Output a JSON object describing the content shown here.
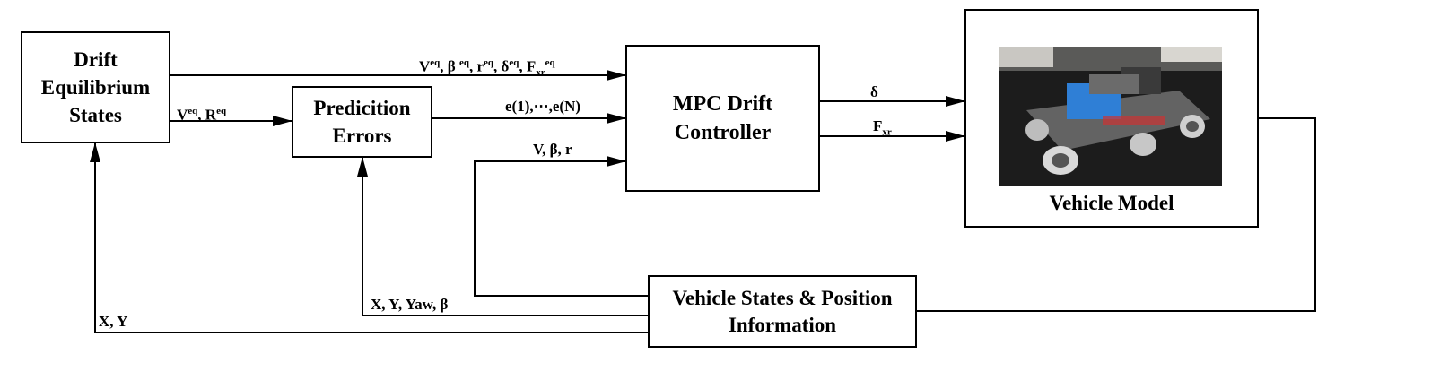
{
  "blocks": {
    "drift_equilibrium": [
      "Drift",
      "Equilibrium",
      "States"
    ],
    "prediction_errors": [
      "Predicition",
      "Errors"
    ],
    "mpc_controller": [
      "MPC Drift",
      "Controller"
    ],
    "vehicle_model": "Vehicle Model",
    "vehicle_states": [
      "Vehicle States & Position",
      "Information"
    ]
  },
  "signals": {
    "eq_states": {
      "p1": "V",
      "p1s": "eq",
      "p2": ", β ",
      "p2s": "eq",
      "p3": ", r",
      "p3s": "eq",
      "p4": ", δ",
      "p4s": "eq",
      "p5": ", F",
      "p5sub": "xr",
      "p5s": "eq"
    },
    "eq_to_pred": {
      "p1": "V",
      "p1s": "eq",
      "p2": ", R",
      "p2s": "eq"
    },
    "errors": "e(1),⋯,e(N)",
    "states_feedback": "V, β, r",
    "delta": "δ",
    "force": {
      "p1": "F",
      "p1sub": "xr"
    },
    "xy_yaw_beta": "X, Y, Yaw, β",
    "xy": "X, Y"
  },
  "colors": {
    "line": "#000000",
    "photo_floor": "#1c1c1c",
    "photo_accent": "#2f7fd6"
  }
}
